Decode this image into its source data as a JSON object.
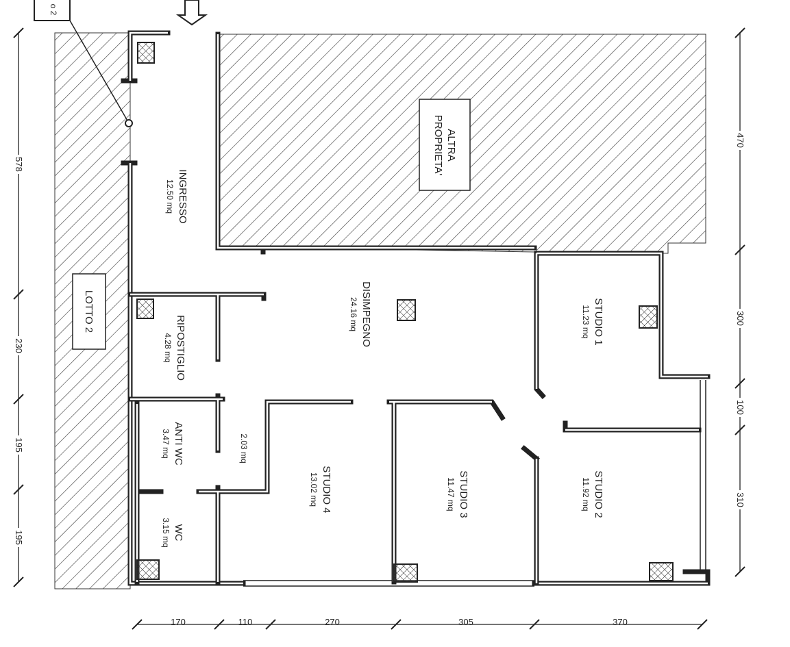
{
  "plan": {
    "top_box_label": "o 2",
    "areas": {
      "altra_proprieta": {
        "line1": "ALTRA",
        "line2": "PROPRIETA'"
      },
      "lotto": {
        "name": "LOTTO  2"
      },
      "ingresso": {
        "name": "INGRESSO",
        "area": "12.50 mq"
      },
      "disimpegno": {
        "name": "DISIMPEGNO",
        "area": "24.16 mq"
      },
      "ripostiglio": {
        "name": "RIPOSTIGLIO",
        "area": "4.28 mq"
      },
      "anti_wc": {
        "name": "ANTI  WC",
        "area": "3.47 mq"
      },
      "wc": {
        "name": "WC",
        "area": "3.15 mq"
      },
      "corridor": {
        "area": "2.03 mq"
      },
      "studio1": {
        "name": "STUDIO  1",
        "area": "11.23 mq"
      },
      "studio2": {
        "name": "STUDIO  2",
        "area": "11.92 mq"
      },
      "studio3": {
        "name": "STUDIO  3",
        "area": "11.47 mq"
      },
      "studio4": {
        "name": "STUDIO  4",
        "area": "13.02 mq"
      }
    },
    "dimensions": {
      "left": [
        "578",
        "230",
        "195",
        "195"
      ],
      "right": [
        "470",
        "300",
        "100",
        "310"
      ],
      "bottom": [
        "170",
        "110",
        "270",
        "305",
        "370"
      ]
    }
  }
}
